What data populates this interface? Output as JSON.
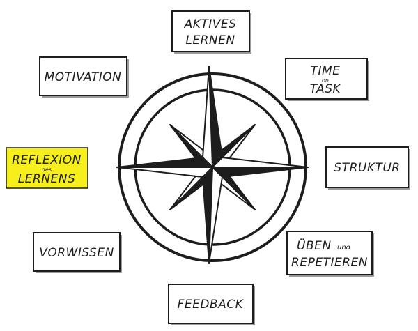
{
  "nodes": {
    "aktives": {
      "line1": "AKTIVES",
      "line2": "LERNEN"
    },
    "motivation": {
      "text": "MOTIVATION"
    },
    "time": {
      "line1": "TIME",
      "small": "on",
      "line2": "TASK"
    },
    "reflexion": {
      "line1": "REFLEXION",
      "small": "des",
      "line2": "LERNENS"
    },
    "struktur": {
      "text": "STRUKTUR"
    },
    "vorwissen": {
      "text": "VORWISSEN"
    },
    "ueben": {
      "line1a": "ÜBEN",
      "line1b": "und",
      "line2": "REPETIEREN"
    },
    "feedback": {
      "text": "FEEDBACK"
    }
  },
  "colors": {
    "highlight": "#f6ef1b",
    "ink": "#1d1d1d",
    "box_shadow": "#9a9a9a"
  },
  "center_icon": "compass-rose-icon"
}
